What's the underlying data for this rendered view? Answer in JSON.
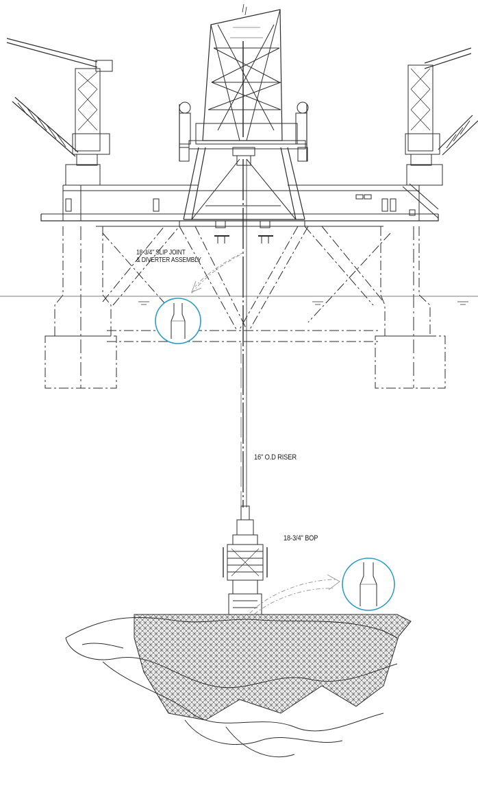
{
  "labels": {
    "slip_joint_line1": "18-3/4\" SLIP JOINT",
    "slip_joint_line2": "& DIVERTER ASSEMBLY",
    "riser": "16\" O.D RISER",
    "bop": "18-3/4\" BOP"
  },
  "colors": {
    "line": "#2b2b2b",
    "detail_circle": "#2a9bc4",
    "background": "#ffffff"
  }
}
